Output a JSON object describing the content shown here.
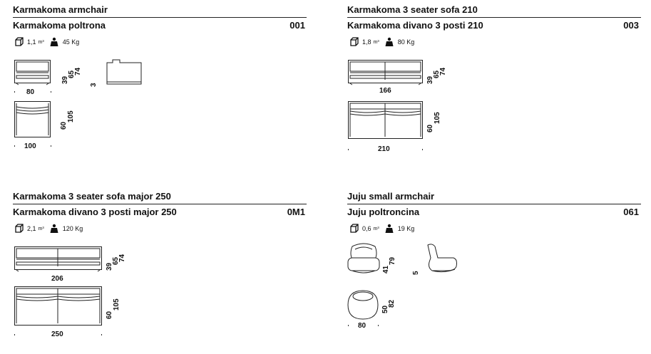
{
  "products": [
    {
      "name_en": "Karmakoma armchair",
      "name_it": "Karmakoma poltrona",
      "code": "001",
      "volume": "1,1",
      "volume_unit": "m³",
      "weight": "45 Kg",
      "dims": {
        "width_front": "80",
        "width_top": "100",
        "h1": "39",
        "h2": "65",
        "h3": "74",
        "d1": "60",
        "d2": "105",
        "side": "3"
      }
    },
    {
      "name_en": "Karmakoma 3 seater sofa 210",
      "name_it": "Karmakoma divano 3 posti 210",
      "code": "003",
      "volume": "1,8",
      "volume_unit": "m³",
      "weight": "80 Kg",
      "dims": {
        "width_front": "166",
        "width_top": "210",
        "h1": "39",
        "h2": "65",
        "h3": "74",
        "d1": "60",
        "d2": "105"
      }
    },
    {
      "name_en": "Karmakoma 3 seater sofa major 250",
      "name_it": "Karmakoma divano 3 posti major 250",
      "code": "0M1",
      "volume": "2,1",
      "volume_unit": "m³",
      "weight": "120 Kg",
      "dims": {
        "width_front": "206",
        "width_top": "250",
        "h1": "39",
        "h2": "65",
        "h3": "74",
        "d1": "60",
        "d2": "105"
      }
    },
    {
      "name_en": "Juju small armchair",
      "name_it": "Juju poltroncina",
      "code": "061",
      "volume": "0,6",
      "volume_unit": "m³",
      "weight": "19 Kg",
      "dims": {
        "width_top": "80",
        "h1": "41",
        "h2": "79",
        "d1": "50",
        "d2": "82",
        "side": "5"
      }
    }
  ]
}
